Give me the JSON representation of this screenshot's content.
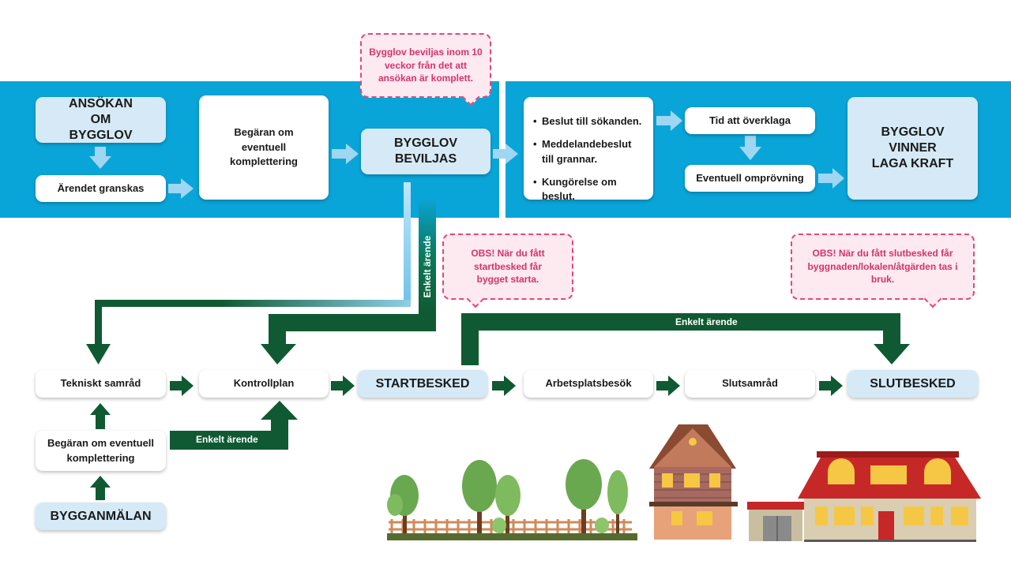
{
  "bubbles": {
    "bygglov_time": "Bygglov beviljas inom 10 veckor från det att ansökan är komplett.",
    "obs_start": "OBS! När du fått startbesked får bygget starta.",
    "obs_slut": "OBS! När du fått slutbesked får byggnaden/lokalen/åtgärden tas i bruk."
  },
  "upper": {
    "ansokan": "ANSÖKAN OM BYGGLOV",
    "granskas": "Ärendet granskas",
    "begaran_komplettering": "Begäran om eventuell komplettering",
    "beviljas": "BYGGLOV BEVILJAS",
    "beslut_items": [
      "Beslut till sökanden.",
      "Meddelandebeslut till grannar.",
      "Kungörelse om beslut."
    ],
    "overklaga": "Tid att överklaga",
    "omprovning": "Eventuell omprövning",
    "laga_kraft": "BYGGLOV VINNER LAGA KRAFT"
  },
  "lower": {
    "tekniskt_samrad": "Tekniskt samråd",
    "kontrollplan": "Kontrollplan",
    "startbesked": "STARTBESKED",
    "arbetsplatsbesok": "Arbetsplatsbesök",
    "slutsamrad": "Slutsamråd",
    "slutbesked": "SLUTBESKED",
    "begaran_komplettering": "Begäran om eventuell komplettering",
    "bygganmalan": "BYGGANMÄLAN"
  },
  "labels": {
    "enkelt_vertical": "Enkelt ärende",
    "enkelt_top": "Enkelt ärende",
    "enkelt_bottom": "Enkelt ärende"
  },
  "colors": {
    "band": "#0aa5d8",
    "arrow_green": "#0f5a32",
    "arrow_light": "#9fd6f2",
    "bubble_border": "#e04a78"
  }
}
